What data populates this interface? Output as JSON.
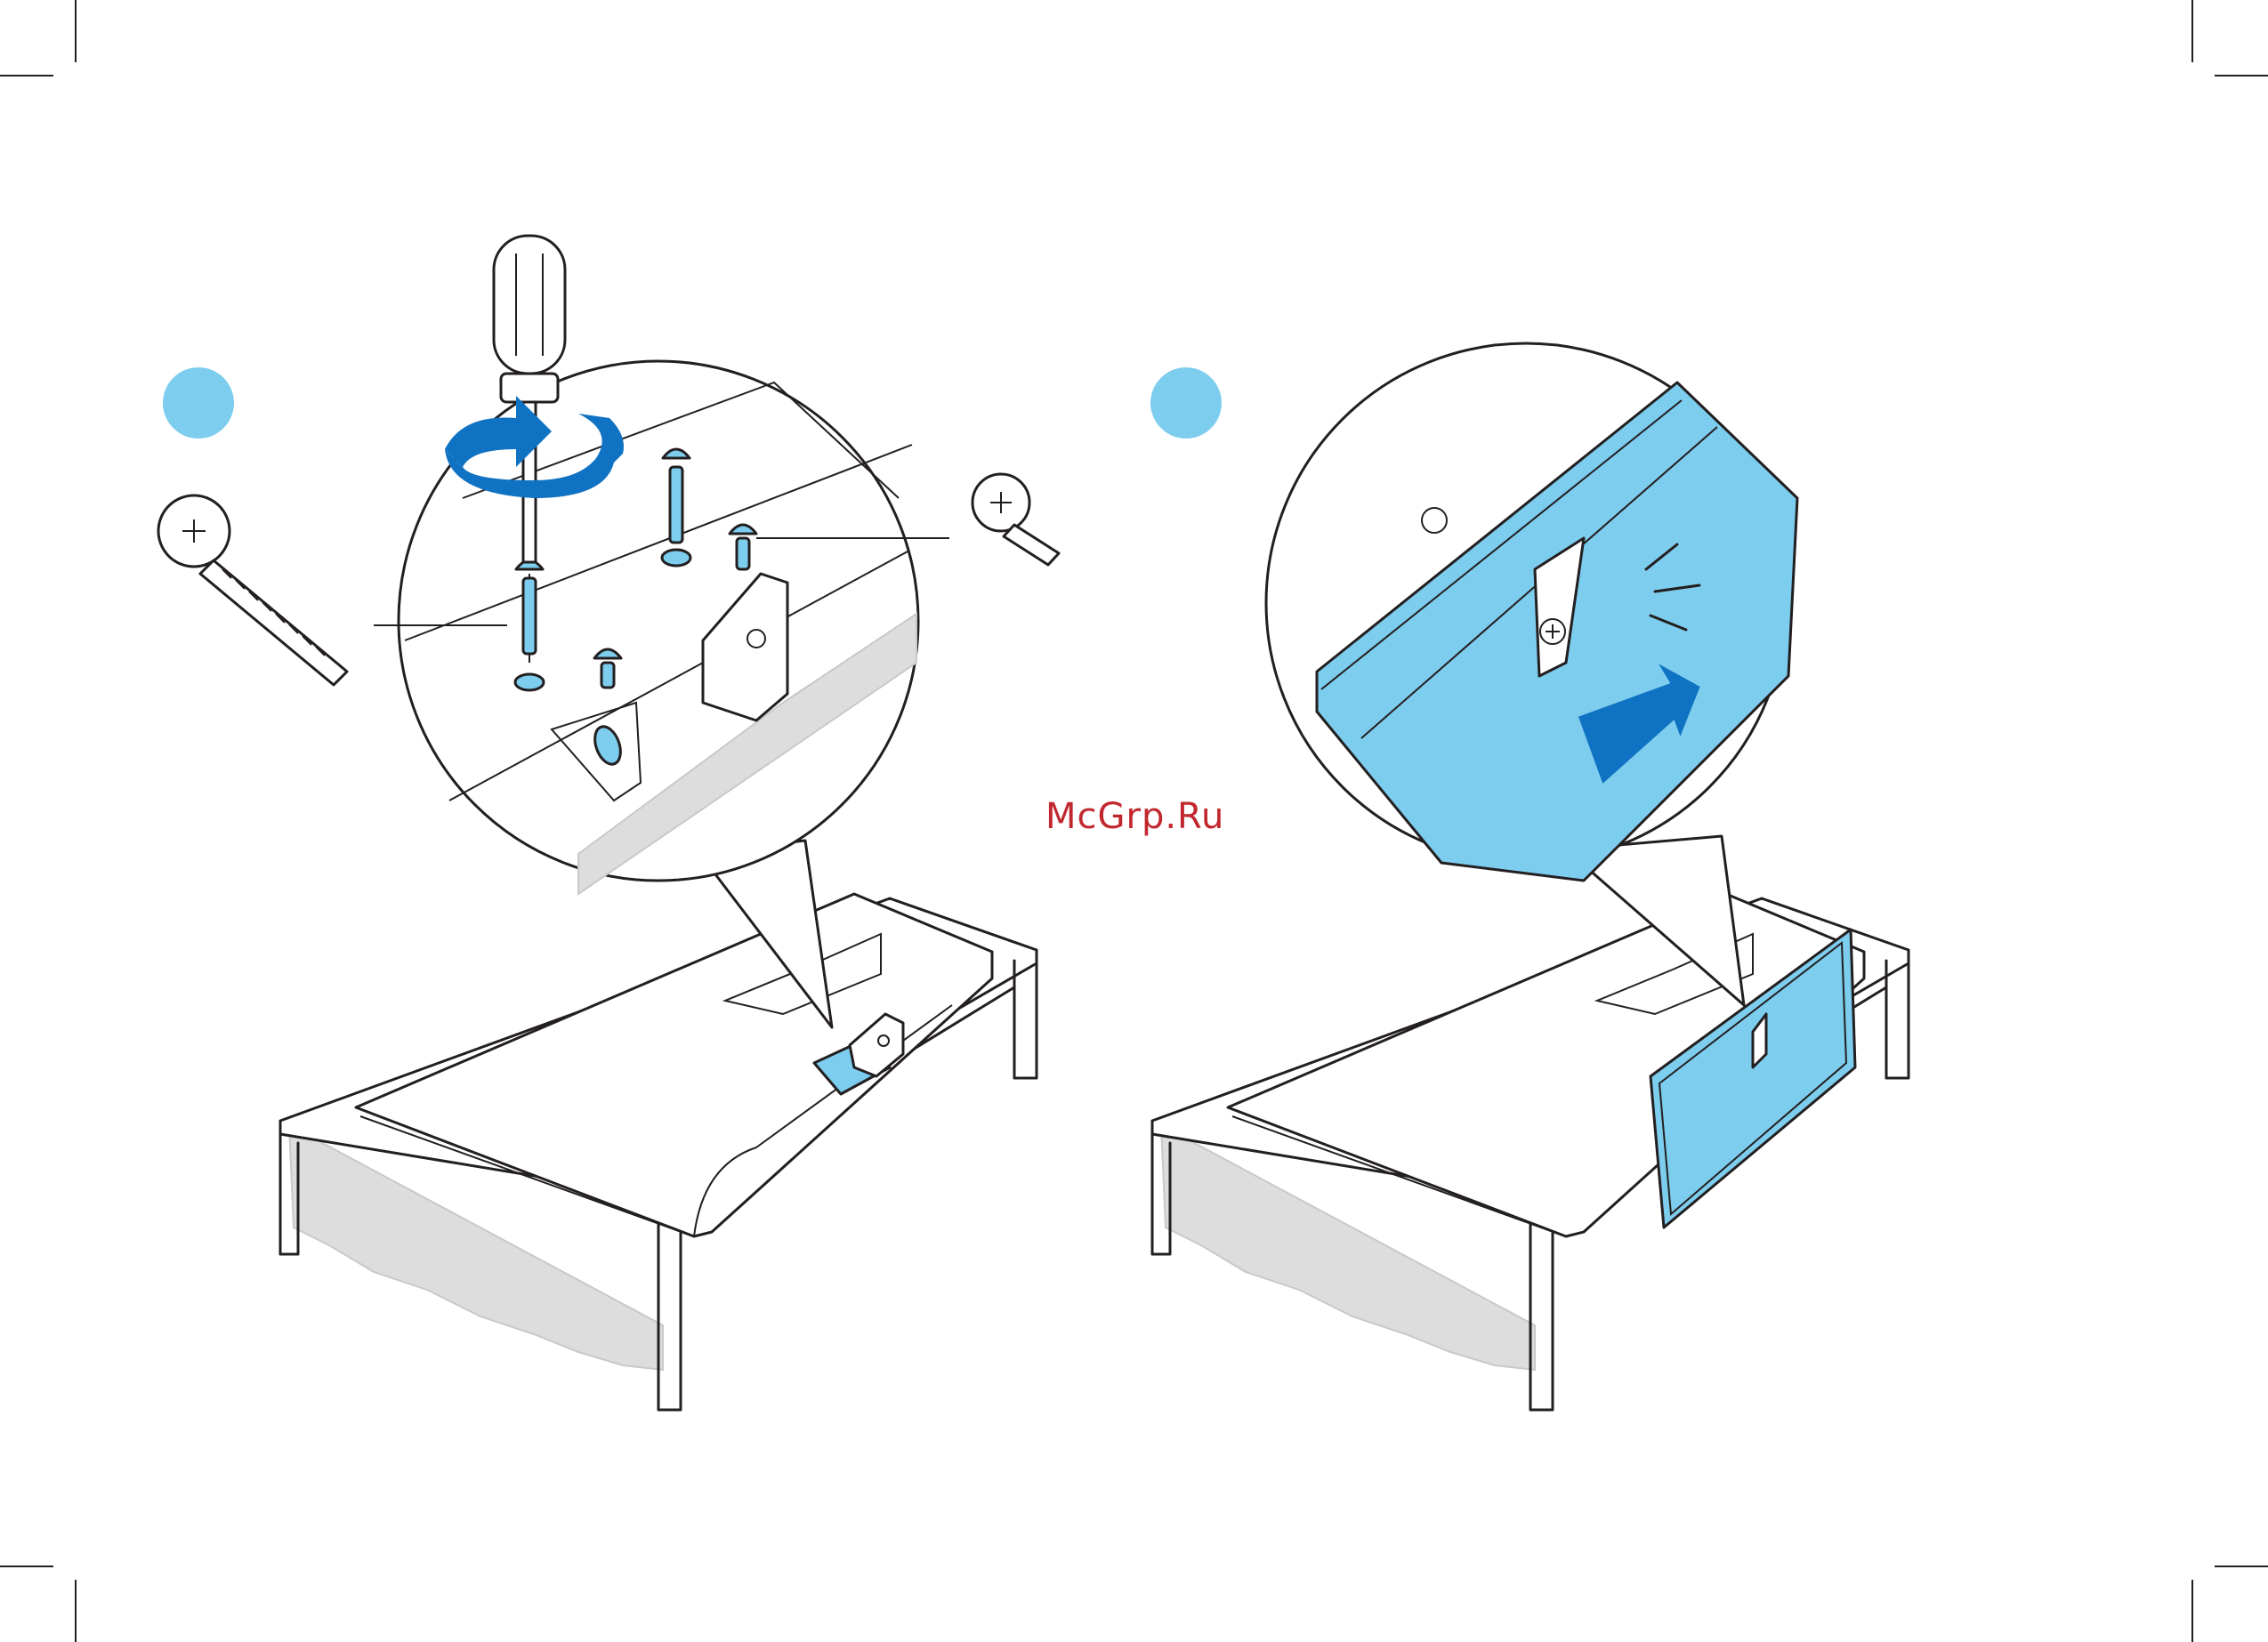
{
  "watermark": {
    "text": "McGrp.Ru",
    "color": "#c1272d"
  },
  "colors": {
    "step_marker": "#7dcdee",
    "part_highlight": "#7dcdee",
    "arrow": "#1072c2",
    "line": "#231f20",
    "cloth": "#dddddd"
  },
  "steps": [
    {
      "marker_icon": "step-circle",
      "action_icon": "screwdriver-rotate-icon",
      "parts": [
        "long-screw-icon",
        "short-screw-icon"
      ]
    },
    {
      "marker_icon": "step-circle",
      "action_icon": "push-arrow-icon",
      "parts": [
        "cover-plate-icon"
      ]
    }
  ]
}
